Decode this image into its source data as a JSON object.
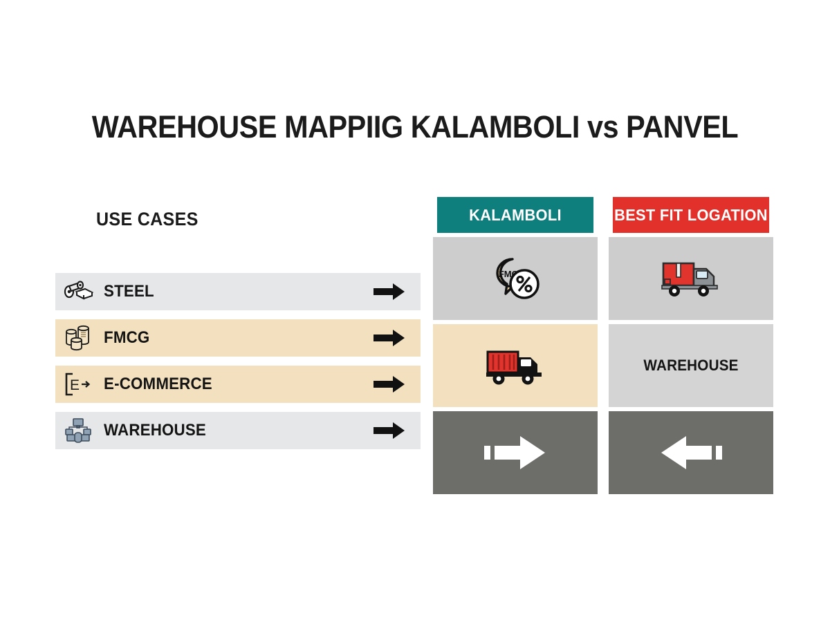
{
  "slide": {
    "title": "WAREHOUSE MAPPIIG KALAMBOLI  vs PANVEL",
    "background_color": "#ffffff"
  },
  "left_panel": {
    "heading": "USE CASES",
    "rows": [
      {
        "label": "STEEL",
        "icon": "steel-coil-icon",
        "band_color": "#e6e7e8",
        "arrow": "arrow-right-icon"
      },
      {
        "label": "FMCG",
        "icon": "cans-icon",
        "band_color": "#f2e0be",
        "arrow": "arrow-right-icon"
      },
      {
        "label": "E-COMMERCE",
        "icon": "e-commerce-icon",
        "band_color": "#f2e0be",
        "arrow": "arrow-right-icon"
      },
      {
        "label": "WAREHOUSE",
        "icon": "network-nodes-icon",
        "band_color": "#e6e7e8",
        "arrow": "arrow-right-icon"
      }
    ]
  },
  "compare_grid": {
    "columns": [
      {
        "header": "KALAMBOLI",
        "header_color": "#0f7f7d",
        "cells": [
          {
            "type": "icon",
            "icon": "fmcg-discount-bubble-icon",
            "bg": "#cdcdcd"
          },
          {
            "type": "icon",
            "icon": "red-container-truck-icon",
            "bg": "#f2e0be"
          },
          {
            "type": "icon",
            "icon": "arrow-right-white-icon",
            "bg": "#6d6d6a"
          }
        ]
      },
      {
        "header": "BEST FIT LOGATION",
        "header_color": "#e2302a",
        "cells": [
          {
            "type": "icon",
            "icon": "red-box-truck-icon",
            "bg": "#cdcdcd"
          },
          {
            "type": "text",
            "text": "WAREHOUSE",
            "bg": "#d4d4d4"
          },
          {
            "type": "icon",
            "icon": "arrow-left-white-icon",
            "bg": "#6d6d6a"
          }
        ]
      }
    ]
  },
  "palette": {
    "teal": "#0f7f7d",
    "red": "#e2302a",
    "cream": "#f2e0be",
    "light_grey": "#e6e7e8",
    "mid_grey": "#cdcdcd",
    "dark_grey": "#6d6d6a",
    "black": "#141414"
  }
}
